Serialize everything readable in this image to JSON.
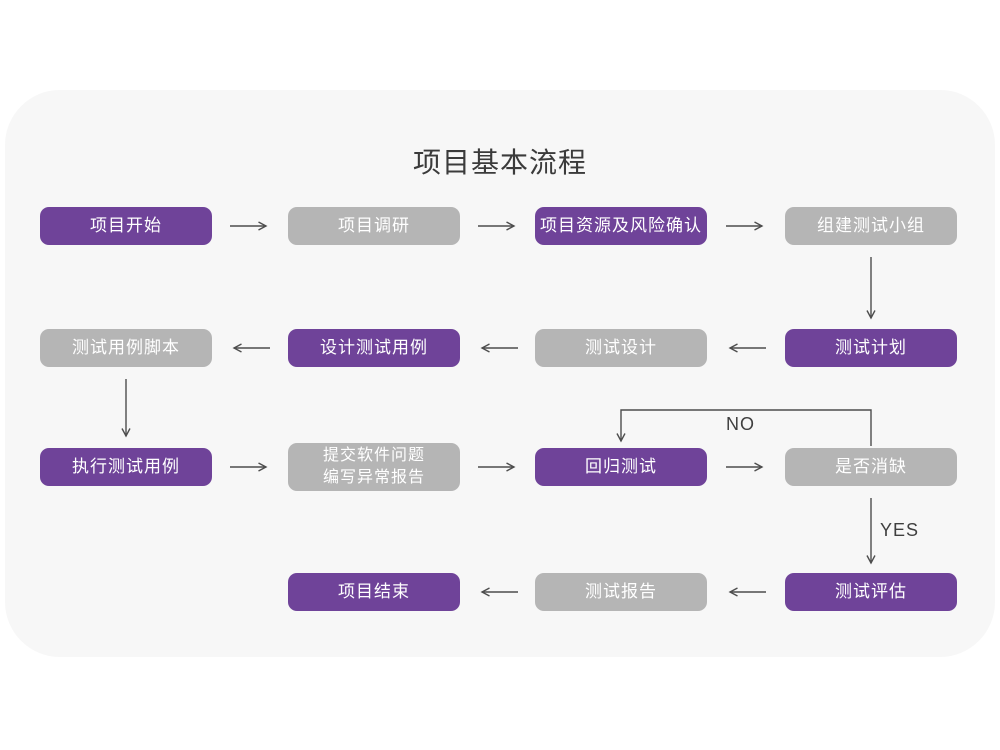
{
  "title": "项目基本流程",
  "nodes": {
    "project_start": {
      "label": "项目开始"
    },
    "project_research": {
      "label": "项目调研"
    },
    "resource_risk_confirm": {
      "label": "项目资源及风险确认"
    },
    "build_test_team": {
      "label": "组建测试小组"
    },
    "test_plan": {
      "label": "测试计划"
    },
    "test_design": {
      "label": "测试设计"
    },
    "design_test_cases": {
      "label": "设计测试用例"
    },
    "test_case_script": {
      "label": "测试用例脚本"
    },
    "execute_test_cases": {
      "label": "执行测试用例"
    },
    "submit_issue_report": {
      "line1": "提交软件问题",
      "line2": "编写异常报告"
    },
    "regression_test": {
      "label": "回归测试"
    },
    "defect_resolved": {
      "label": "是否消缺"
    },
    "test_evaluation": {
      "label": "测试评估"
    },
    "test_report": {
      "label": "测试报告"
    },
    "project_end": {
      "label": "项目结束"
    }
  },
  "edge_labels": {
    "no": "NO",
    "yes": "YES"
  },
  "colors": {
    "purple_node": "#6f4399",
    "gray_node": "#b5b5b5",
    "card_background": "#f7f7f7",
    "arrow": "#4d4d4d",
    "node_text": "#ffffff",
    "title_text": "#3b3b3b"
  }
}
